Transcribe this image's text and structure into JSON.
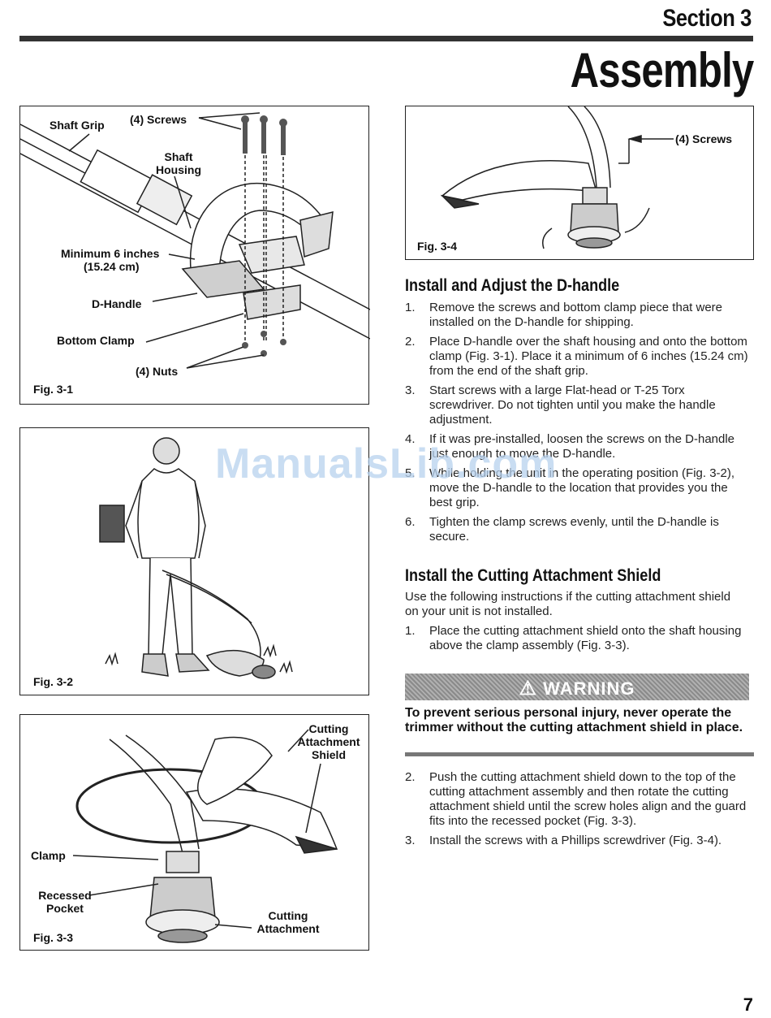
{
  "header": {
    "section": "Section 3",
    "title": "Assembly"
  },
  "watermark": "ManualsLib.com",
  "fig31": {
    "caption": "Fig. 3-1",
    "labels": {
      "shaft_grip": "Shaft Grip",
      "screws": "(4) Screws",
      "shaft_housing": "Shaft Housing",
      "minimum_6in": "Minimum 6 inches",
      "minimum_cm": "(15.24 cm)",
      "d_handle": "D-Handle",
      "bottom_clamp": "Bottom Clamp",
      "nuts": "(4) Nuts"
    }
  },
  "fig32": {
    "caption": "Fig. 3-2"
  },
  "fig33": {
    "caption": "Fig. 3-3",
    "labels": {
      "cutting_attachment_shield": "Cutting Attachment Shield",
      "clamp": "Clamp",
      "recessed_pocket": "Recessed Pocket",
      "cutting_attachment": "Cutting Attachment"
    }
  },
  "fig34": {
    "caption": "Fig. 3-4",
    "labels": {
      "screws": "(4) Screws"
    }
  },
  "install_dhandle": {
    "heading": "Install and Adjust the D-handle",
    "steps": [
      {
        "num": "1.",
        "text": "Remove the screws and bottom clamp piece that were installed on the D-handle for shipping."
      },
      {
        "num": "2.",
        "text": "Place D-handle over the shaft housing and onto the bottom clamp (Fig. 3-1). Place it a minimum of 6 inches (15.24 cm) from the end of the shaft grip."
      },
      {
        "num": "3.",
        "text": "Start screws with a large Flat-head or T-25 Torx screwdriver. Do not tighten until you make the handle adjustment."
      },
      {
        "num": "4.",
        "text": "If it was pre-installed, loosen the screws on the D-handle just enough to move the D-handle."
      },
      {
        "num": "5.",
        "text": "While holding the unit in the operating position (Fig. 3-2), move the D-handle to the location that provides you the best grip."
      },
      {
        "num": "6.",
        "text": "Tighten the clamp screws evenly, until the D-handle is secure."
      }
    ]
  },
  "install_shield": {
    "heading": "Install the Cutting Attachment Shield",
    "intro": "Use the following instructions if the cutting attachment shield on your unit is not installed.",
    "steps_a": [
      {
        "num": "1.",
        "text": "Place the cutting attachment shield onto the shaft housing above the clamp assembly (Fig. 3-3)."
      }
    ],
    "warning": {
      "label": "WARNING",
      "text": "To prevent serious personal injury, never operate the trimmer without the cutting attachment shield in place."
    },
    "steps_b": [
      {
        "num": "2.",
        "text": "Push the cutting attachment shield down to the top of the cutting attachment assembly and then rotate the cutting attachment shield until the screw holes align and the guard fits into the recessed pocket (Fig. 3-3)."
      },
      {
        "num": "3.",
        "text": "Install the screws with a Phillips screwdriver (Fig. 3-4)."
      }
    ]
  },
  "page_number": "7"
}
